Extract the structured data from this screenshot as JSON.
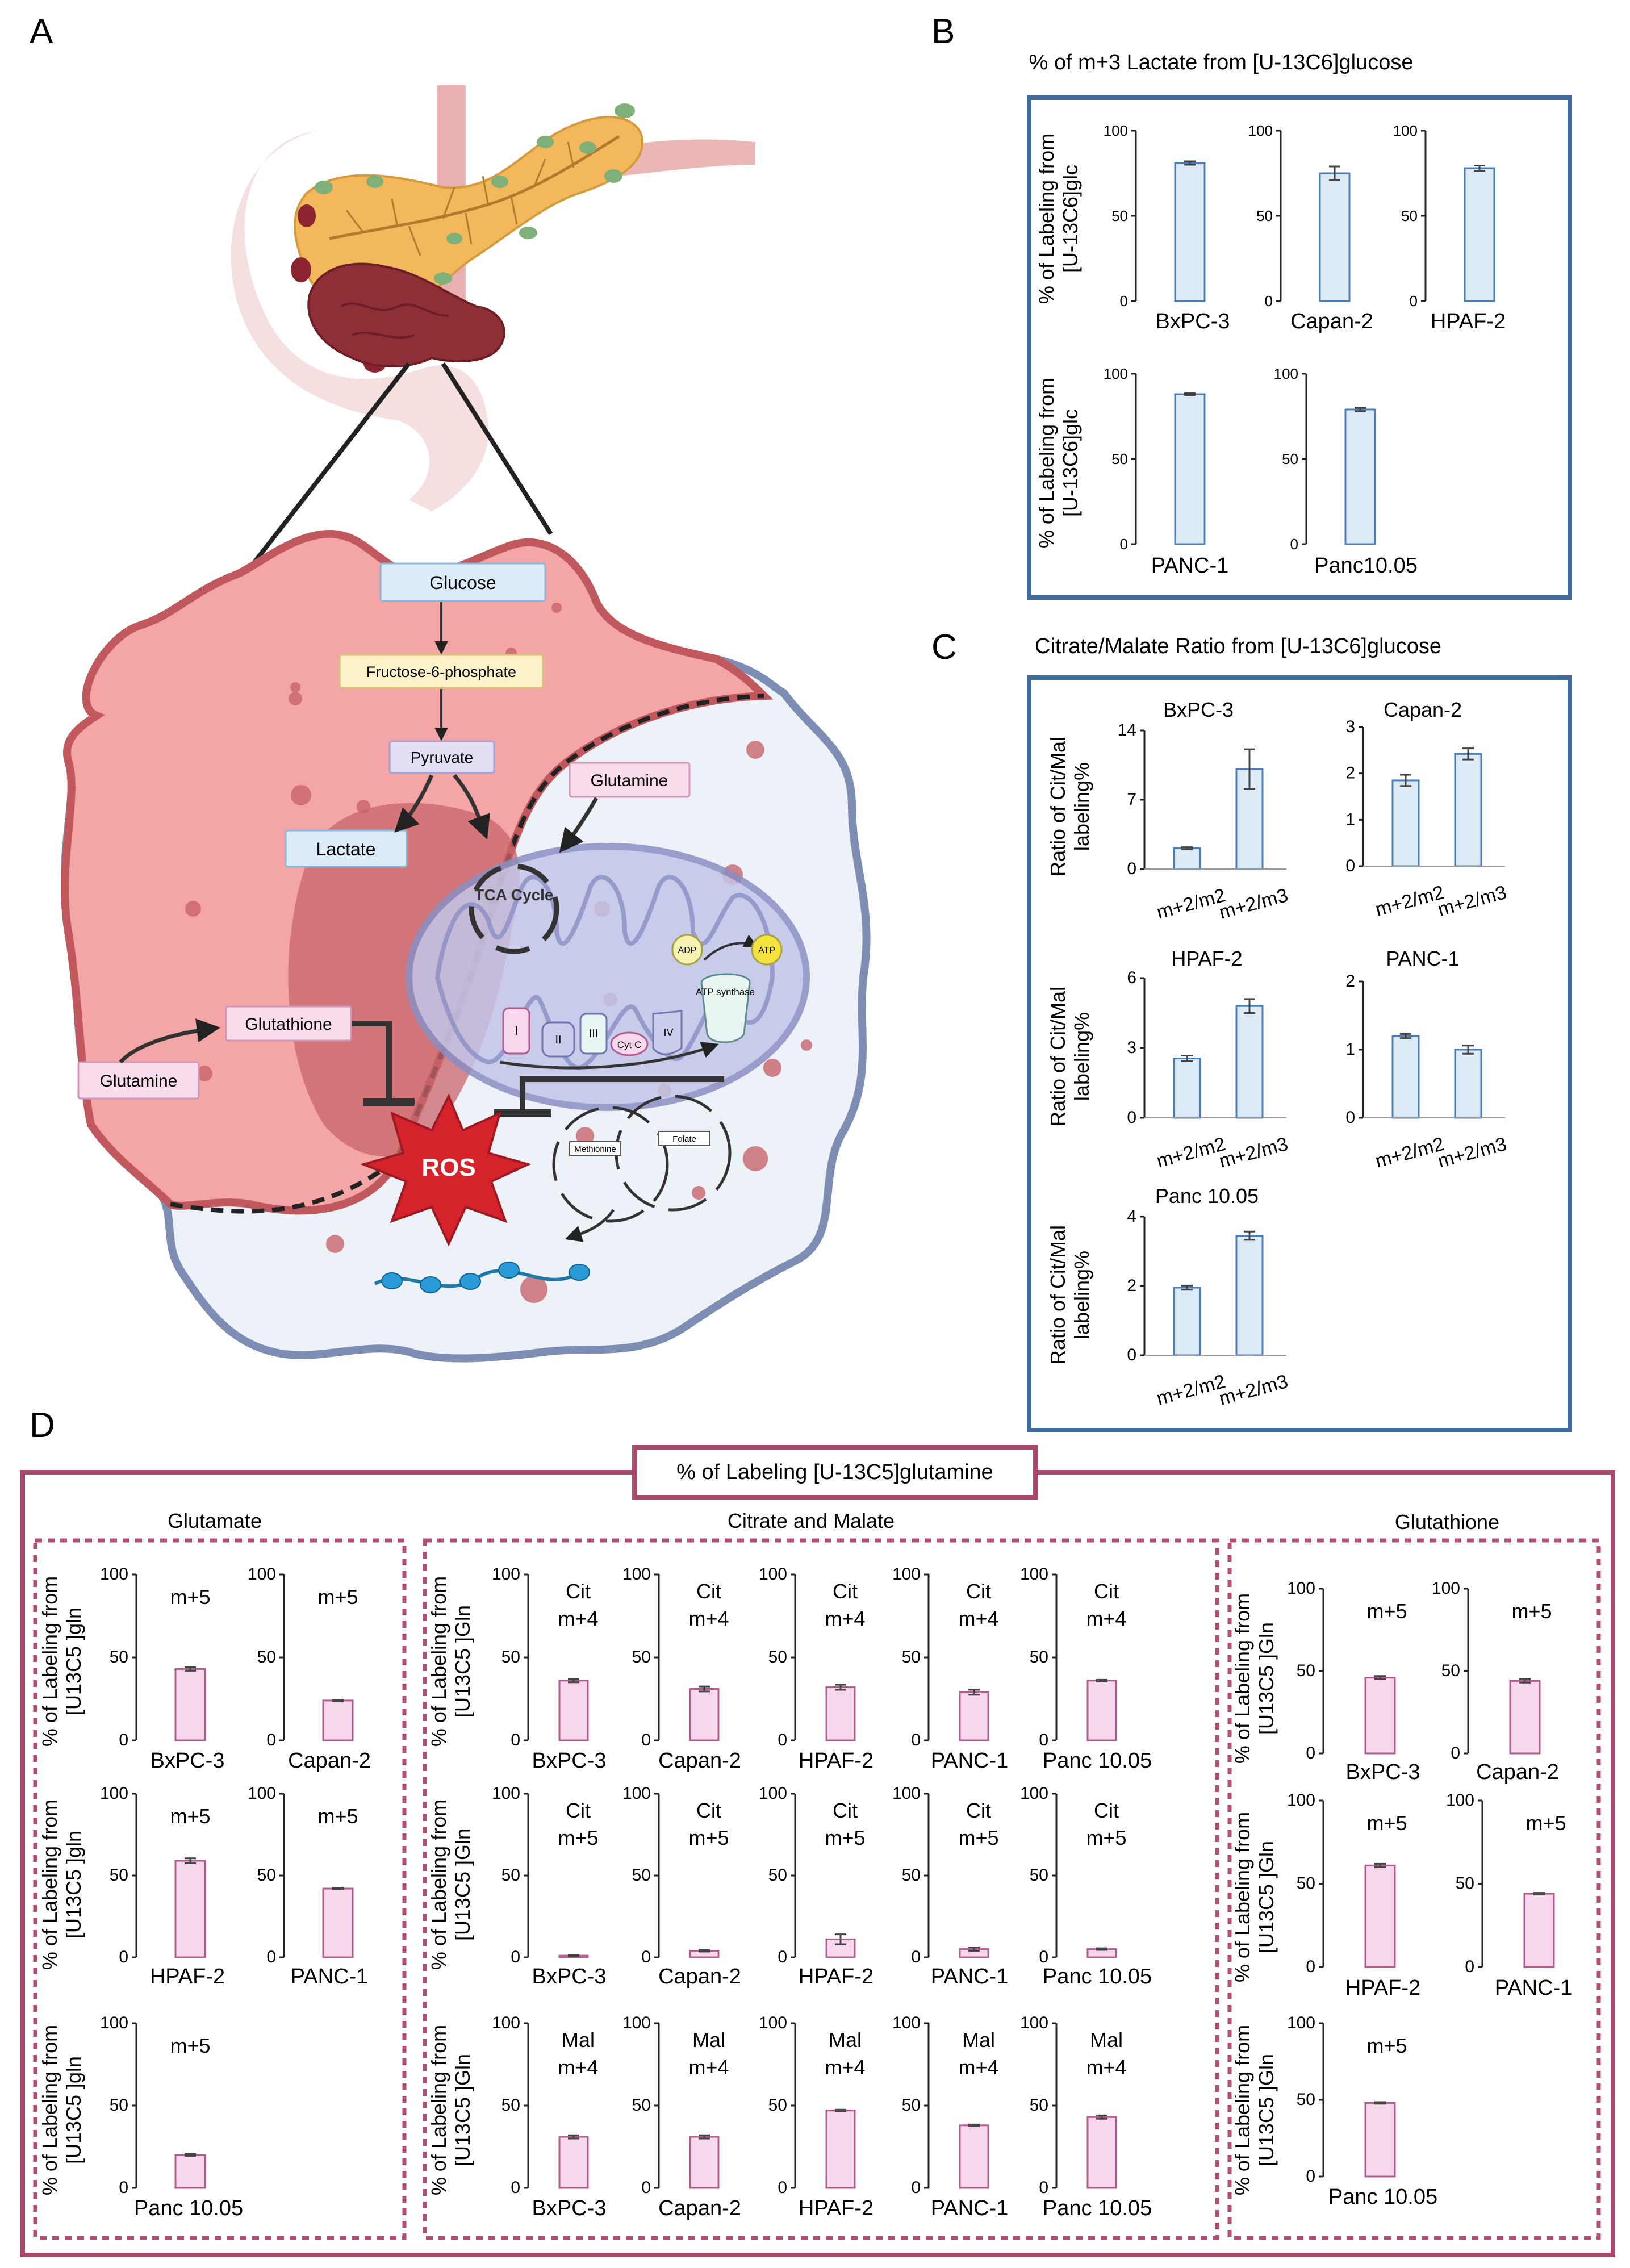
{
  "colors": {
    "panel_b_border": "#3F6C9C",
    "panel_d_border": "#A8476B",
    "panel_d_dash": "#B24D77",
    "blue_bar_fill": "#DDEBF7",
    "blue_bar_stroke": "#4A7EBB",
    "pink_bar_fill": "#F7D7EC",
    "pink_bar_stroke": "#B05B8E",
    "cell_red": "#F4A6A6",
    "cell_border_red": "#C0585E",
    "cell_blue": "#EDF2F9",
    "cell_border_blue": "#7D8DB3"
  },
  "panel_labels": {
    "a": "A",
    "b": "B",
    "c": "C",
    "d": "D"
  },
  "panel_a": {
    "organ": "pancreas-with-tumor",
    "boxes": {
      "glucose": "Glucose",
      "f6p": "Fructose-6-phosphate",
      "pyruvate": "Pyruvate",
      "lactate": "Lactate",
      "glutamine_top": "Glutamine",
      "glutathione": "Glutathione",
      "glutamine_left": "Glutamine"
    },
    "mito": {
      "tca": "TCA Cycle",
      "adp": "ADP",
      "atp": "ATP",
      "atp_synthase": "ATP synthase",
      "complex_1": "I",
      "complex_2": "II",
      "complex_3": "III",
      "complex_cytc": "Cyt C",
      "complex_4": "IV"
    },
    "ros": "ROS",
    "one_carbon": {
      "methionine": "Methionine",
      "folate": "Folate"
    }
  },
  "panel_b": {
    "title": "% of m+3 Lactate from [U-13C6]glucose",
    "ylabel_line1": "% of Labeling from",
    "ylabel_line2": "[U-13C6]glc"
  },
  "panel_c": {
    "title": "Citrate/Malate Ratio from [U-13C6]glucose",
    "ylabel_line1": "Ratio of Cit/Mal",
    "ylabel_line2": "labeling%"
  },
  "panel_d": {
    "title": "% of Labeling [U-13C5]glutamine",
    "groups": {
      "glutamate": "Glutamate",
      "citmal": "Citrate and Malate",
      "glutathione": "Glutathione"
    },
    "ylabel_line1": "% of Labeling from",
    "ylabel_line2": "[U13C5 ]gln",
    "ylabel_line2_cap": "[U13C5 ]Gln"
  },
  "chart_data": [
    {
      "type": "bar",
      "panel": "B",
      "ylim": [
        0,
        100
      ],
      "ticks": [
        0,
        50,
        100
      ],
      "panels": [
        {
          "category": "BxPC-3",
          "value": 81,
          "error": 1
        },
        {
          "category": "Capan-2",
          "value": 75,
          "error": 4
        },
        {
          "category": "HPAF-2",
          "value": 78,
          "error": 1.5
        },
        {
          "category": "PANC-1",
          "value": 88,
          "error": 0.5
        },
        {
          "category": "Panc10.05",
          "value": 79,
          "error": 1
        }
      ]
    },
    {
      "type": "bar",
      "panel": "C",
      "categories": [
        "m+2/m2",
        "m+2/m3"
      ],
      "panels": [
        {
          "title": "BxPC-3",
          "ylim": [
            0,
            14
          ],
          "ticks": [
            0,
            7,
            14
          ],
          "values": [
            2.1,
            10.1
          ],
          "errors": [
            0.1,
            2.0
          ]
        },
        {
          "title": "Capan-2",
          "ylim": [
            0,
            3
          ],
          "ticks": [
            0,
            1,
            2,
            3
          ],
          "values": [
            1.85,
            2.42
          ],
          "errors": [
            0.12,
            0.12
          ]
        },
        {
          "title": "HPAF-2",
          "ylim": [
            0,
            6
          ],
          "ticks": [
            0,
            3,
            6
          ],
          "values": [
            2.55,
            4.8
          ],
          "errors": [
            0.12,
            0.3
          ]
        },
        {
          "title": "PANC-1",
          "ylim": [
            0,
            2
          ],
          "ticks": [
            0,
            1,
            2
          ],
          "values": [
            1.2,
            1.0
          ],
          "errors": [
            0.03,
            0.06
          ]
        },
        {
          "title": "Panc 10.05",
          "ylim": [
            0,
            4
          ],
          "ticks": [
            0,
            2,
            4
          ],
          "values": [
            1.95,
            3.45
          ],
          "errors": [
            0.06,
            0.12
          ]
        }
      ]
    },
    {
      "type": "bar",
      "panel": "D-Glutamate",
      "ylim": [
        0,
        100
      ],
      "ticks": [
        0,
        50,
        100
      ],
      "panels": [
        {
          "label": "m+5",
          "category": "BxPC-3",
          "value": 43,
          "error": 1
        },
        {
          "label": "m+5",
          "category": "Capan-2",
          "value": 24,
          "error": 0.5
        },
        {
          "label": "m+5",
          "category": "HPAF-2",
          "value": 59,
          "error": 1.5
        },
        {
          "label": "m+5",
          "category": "PANC-1",
          "value": 42,
          "error": 0.5
        },
        {
          "label": "m+5",
          "category": "Panc 10.05",
          "value": 20,
          "error": 0.5
        }
      ]
    },
    {
      "type": "bar",
      "panel": "D-Citrate and Malate",
      "ylim": [
        0,
        100
      ],
      "ticks": [
        0,
        50,
        100
      ],
      "panels": [
        {
          "label1": "Cit",
          "label2": "m+4",
          "category": "BxPC-3",
          "value": 36,
          "error": 1
        },
        {
          "label1": "Cit",
          "label2": "m+4",
          "category": "Capan-2",
          "value": 31,
          "error": 1.5
        },
        {
          "label1": "Cit",
          "label2": "m+4",
          "category": "HPAF-2",
          "value": 32,
          "error": 1.5
        },
        {
          "label1": "Cit",
          "label2": "m+4",
          "category": "PANC-1",
          "value": 29,
          "error": 1.5
        },
        {
          "label1": "Cit",
          "label2": "m+4",
          "category": "Panc 10.05",
          "value": 36,
          "error": 0.5
        },
        {
          "label1": "Cit",
          "label2": "m+5",
          "category": "BxPC-3",
          "value": 1,
          "error": 0.3
        },
        {
          "label1": "Cit",
          "label2": "m+5",
          "category": "Capan-2",
          "value": 4,
          "error": 0.5
        },
        {
          "label1": "Cit",
          "label2": "m+5",
          "category": "HPAF-2",
          "value": 11,
          "error": 3
        },
        {
          "label1": "Cit",
          "label2": "m+5",
          "category": "PANC-1",
          "value": 5,
          "error": 1
        },
        {
          "label1": "Cit",
          "label2": "m+5",
          "category": "Panc 10.05",
          "value": 5,
          "error": 0.5
        },
        {
          "label1": "Mal",
          "label2": "m+4",
          "category": "BxPC-3",
          "value": 31,
          "error": 1
        },
        {
          "label1": "Mal",
          "label2": "m+4",
          "category": "Capan-2",
          "value": 31,
          "error": 1
        },
        {
          "label1": "Mal",
          "label2": "m+4",
          "category": "HPAF-2",
          "value": 47,
          "error": 0.5
        },
        {
          "label1": "Mal",
          "label2": "m+4",
          "category": "PANC-1",
          "value": 38,
          "error": 0.5
        },
        {
          "label1": "Mal",
          "label2": "m+4",
          "category": "Panc 10.05",
          "value": 43,
          "error": 1
        }
      ]
    },
    {
      "type": "bar",
      "panel": "D-Glutathione",
      "ylim": [
        0,
        100
      ],
      "ticks": [
        0,
        50,
        100
      ],
      "panels": [
        {
          "label": "m+5",
          "category": "BxPC-3",
          "value": 46,
          "error": 1
        },
        {
          "label": "m+5",
          "category": "Capan-2",
          "value": 44,
          "error": 1
        },
        {
          "label": "m+5",
          "category": "HPAF-2",
          "value": 61,
          "error": 1
        },
        {
          "label": "m+5",
          "category": "PANC-1",
          "value": 44,
          "error": 0.5
        },
        {
          "label": "m+5",
          "category": "Panc 10.05",
          "value": 48,
          "error": 0.5
        }
      ]
    }
  ]
}
